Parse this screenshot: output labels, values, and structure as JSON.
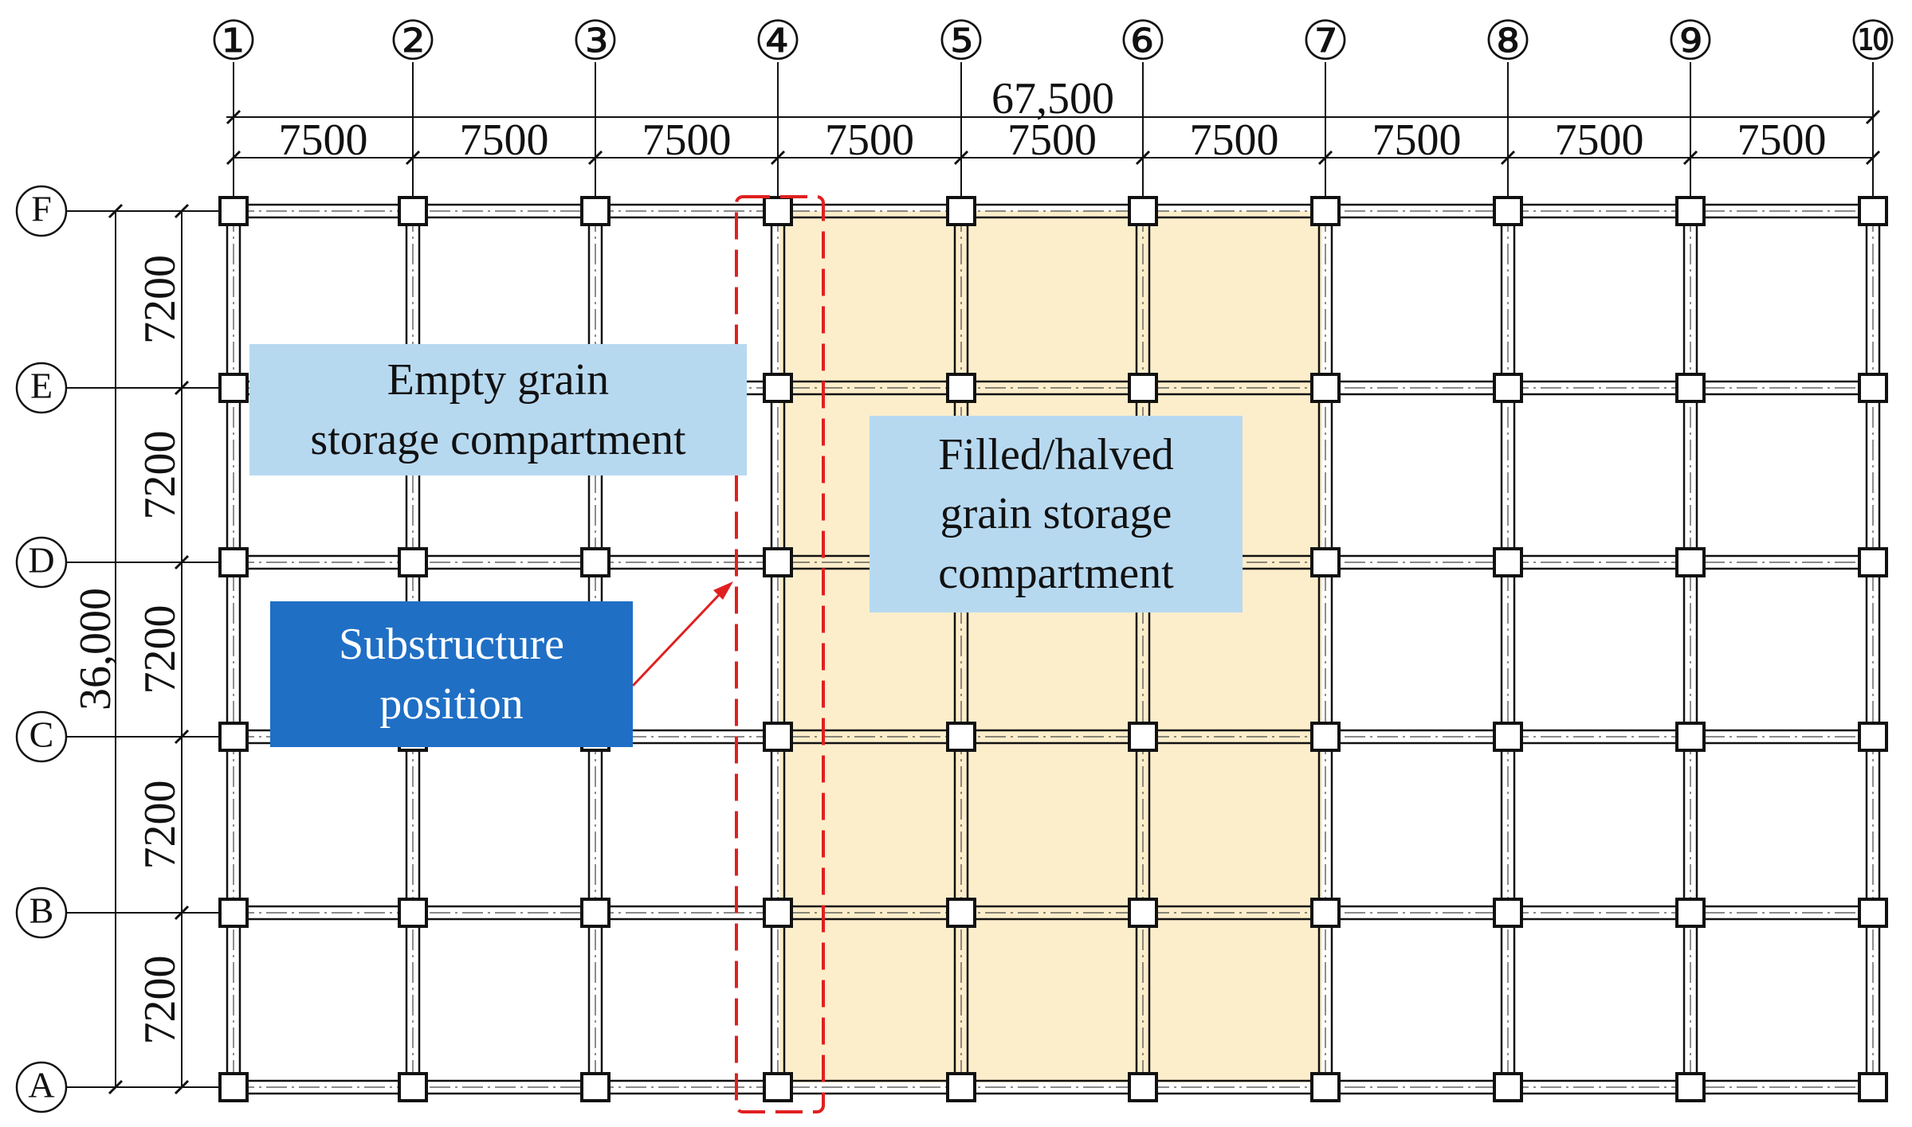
{
  "axes_x": [
    "①",
    "②",
    "③",
    "④",
    "⑤",
    "⑥",
    "⑦",
    "⑧",
    "⑨",
    "⑩"
  ],
  "axes_y": [
    "F",
    "E",
    "D",
    "C",
    "B",
    "A"
  ],
  "bay_dims_x": [
    "7500",
    "7500",
    "7500",
    "7500",
    "7500",
    "7500",
    "7500",
    "7500",
    "7500"
  ],
  "bay_dims_y": [
    "7200",
    "7200",
    "7200",
    "7200",
    "7200"
  ],
  "total_x": "67,500",
  "total_y": "36,000",
  "labels": {
    "empty": [
      "Empty grain",
      "storage compartment"
    ],
    "filled": [
      "Filled/halved",
      "grain storage",
      "compartment"
    ],
    "substructure": [
      "Substructure",
      "position"
    ]
  },
  "colors": {
    "filled_region": "#fdeecb",
    "label_box": "#b7d9f0",
    "substructure_box": "#1f6fc5",
    "highlight": "#e02020"
  }
}
